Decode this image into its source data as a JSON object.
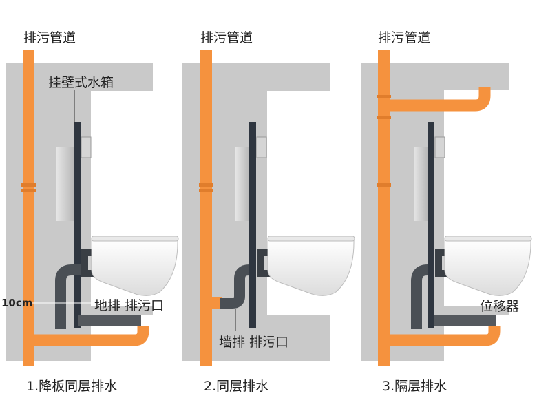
{
  "panels": [
    {
      "pipe_label": "排污管道",
      "tank_label": "挂壁式水箱",
      "height_label": "10cm",
      "outlet_label": "地排 排污口",
      "caption": "1.降板同层排水"
    },
    {
      "pipe_label": "排污管道",
      "outlet_label": "墙排 排污口",
      "caption": "2.同层排水"
    },
    {
      "pipe_label": "排污管道",
      "shifter_label": "位移器",
      "caption": "3.隔层排水"
    }
  ],
  "colors": {
    "wall": "#c9c9c9",
    "pipe": "#f5923e",
    "frame": "#2f3640",
    "drain": "#4a4f55",
    "toilet": "#f4f4f4"
  }
}
